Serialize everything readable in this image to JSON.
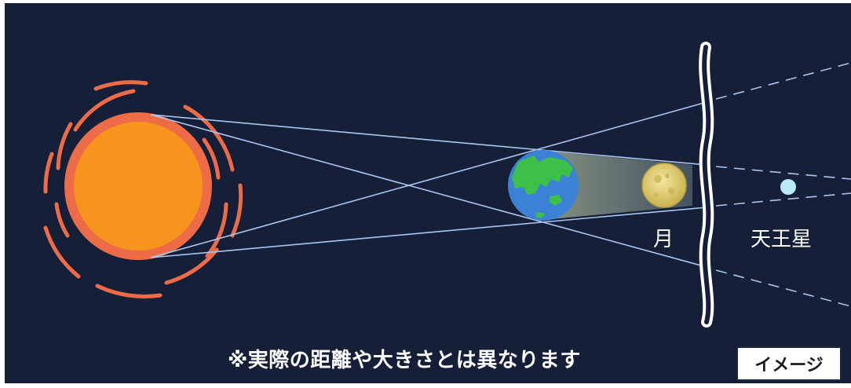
{
  "labels": {
    "moon": "月",
    "uranus": "天王星"
  },
  "disclaimer": "※実際の距離や大きさとは異なります",
  "badge": "イメージ",
  "colors": {
    "background": "#152038",
    "sun_core": "#f7941d",
    "sun_ring": "#ee6b47",
    "sun_rays": "#ee6b47",
    "light_lines": "#a9c4ee",
    "earth_ocean": "#3b82d6",
    "earth_land": "#3cc04a",
    "moon": "#d8c56a",
    "uranus": "#b7ecf7",
    "shadow": "#8a9a86"
  },
  "icons": [
    "sun-icon",
    "earth-icon",
    "moon-icon",
    "uranus-icon",
    "distance-break-icon"
  ]
}
